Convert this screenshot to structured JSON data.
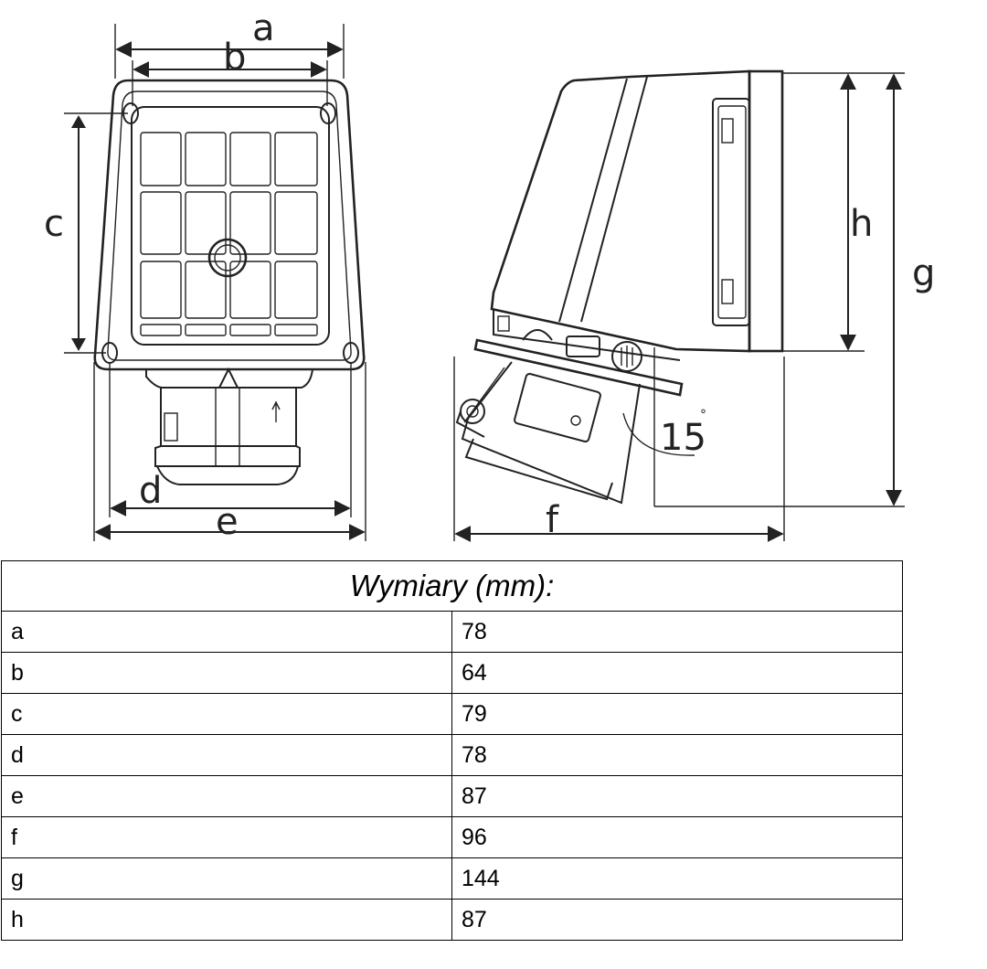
{
  "drawing": {
    "labels": {
      "a": "a",
      "b": "b",
      "c": "c",
      "d": "d",
      "e": "e",
      "f": "f",
      "g": "g",
      "h": "h",
      "angle": "15",
      "angle_unit": "°"
    }
  },
  "table": {
    "title": "Wymiary (mm):",
    "rows": [
      {
        "key": "a",
        "value": "78"
      },
      {
        "key": "b",
        "value": "64"
      },
      {
        "key": "c",
        "value": "79"
      },
      {
        "key": "d",
        "value": "78"
      },
      {
        "key": "e",
        "value": "87"
      },
      {
        "key": "f",
        "value": "96"
      },
      {
        "key": "g",
        "value": "144"
      },
      {
        "key": "h",
        "value": "87"
      }
    ]
  }
}
